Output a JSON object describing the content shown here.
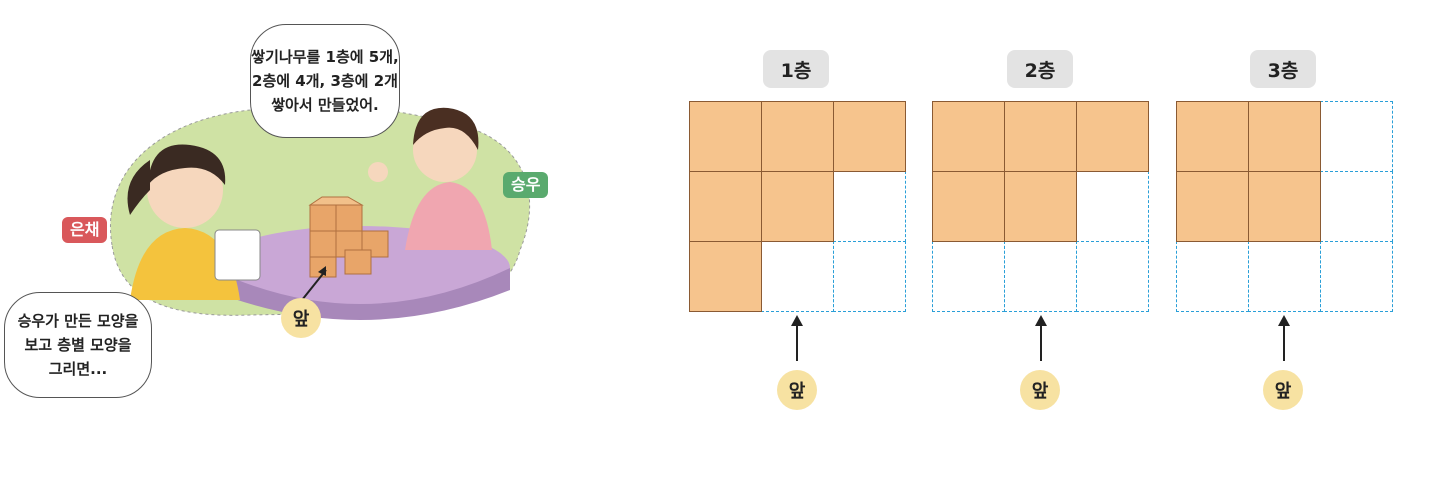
{
  "scene": {
    "boy_speech": "쌓기나무를 1층에 5개,\n2층에 4개, 3층에 2개\n쌓아서 만들었어.",
    "girl_speech": "승우가 만든 모양을\n보고  층별 모양을\n그리면...",
    "boy_name": "승우",
    "girl_name": "은채",
    "front_label": "앞"
  },
  "floors": [
    {
      "label": "1층",
      "front_label": "앞",
      "filled": [
        [
          1,
          1,
          1
        ],
        [
          1,
          1,
          0
        ],
        [
          1,
          0,
          0
        ]
      ]
    },
    {
      "label": "2층",
      "front_label": "앞",
      "filled": [
        [
          1,
          1,
          1
        ],
        [
          1,
          1,
          0
        ],
        [
          0,
          0,
          0
        ]
      ]
    },
    {
      "label": "3층",
      "front_label": "앞",
      "filled": [
        [
          1,
          1,
          0
        ],
        [
          1,
          1,
          0
        ],
        [
          0,
          0,
          0
        ]
      ]
    }
  ],
  "colors": {
    "cube_fill": "#f6c48d",
    "cube_border": "#8a5a33",
    "dashed": "#2a9fd8",
    "front_badge": "#f7e2a2",
    "boy_tag": "#5aaa6e",
    "girl_tag": "#d9585b"
  }
}
